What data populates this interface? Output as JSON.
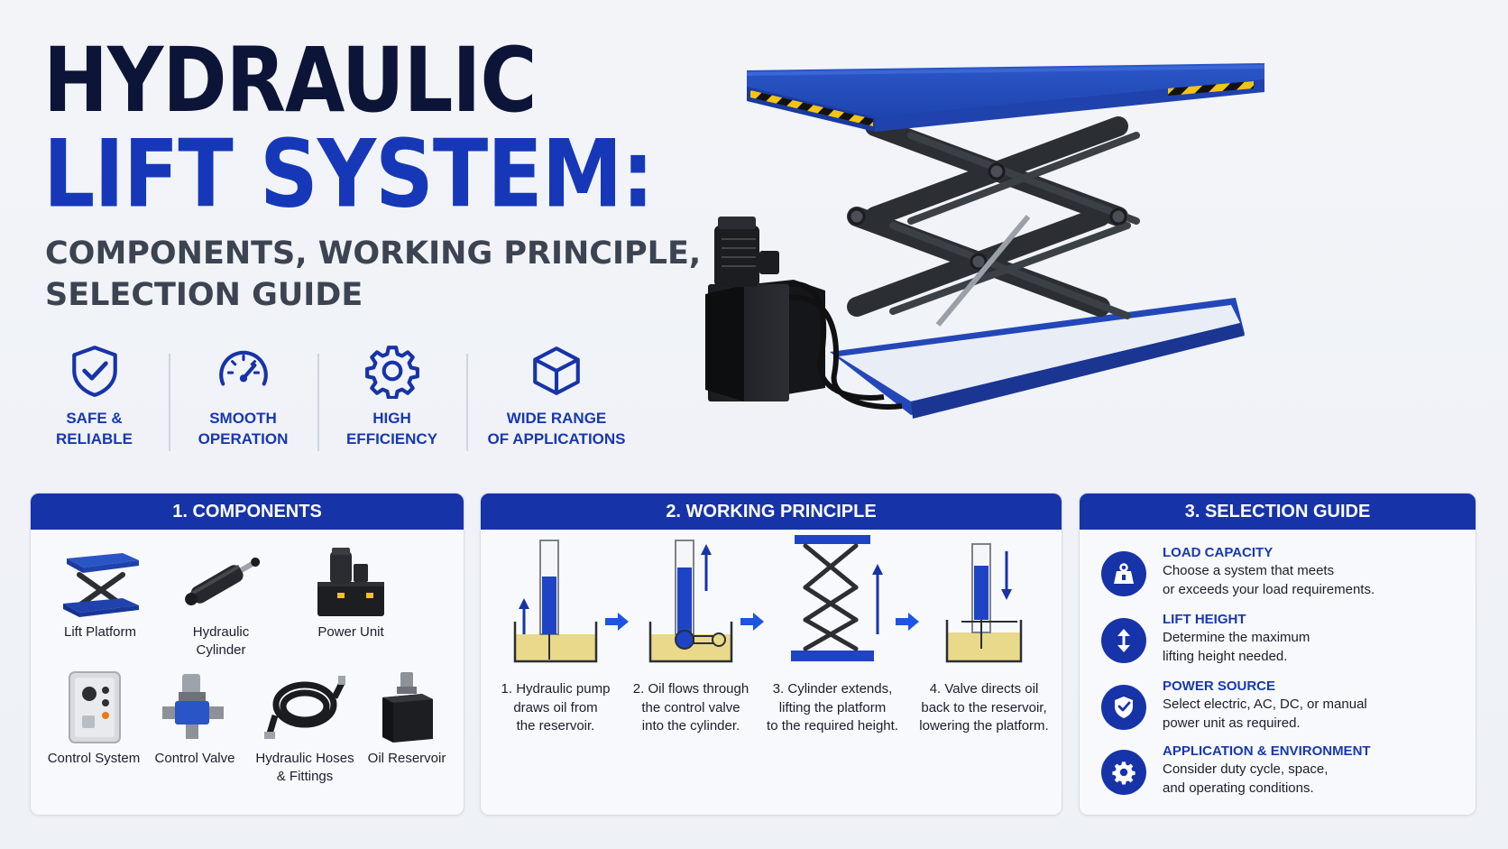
{
  "header": {
    "title_line1": "HYDRAULIC",
    "title_line2": "LIFT SYSTEM:",
    "subtitle_line1": "COMPONENTS, WORKING PRINCIPLE,",
    "subtitle_line2": "SELECTION GUIDE"
  },
  "features": [
    {
      "label": "SAFE &\nRELIABLE",
      "icon": "shield-check-icon"
    },
    {
      "label": "SMOOTH\nOPERATION",
      "icon": "gauge-icon"
    },
    {
      "label": "HIGH\nEFFICIENCY",
      "icon": "gear-icon"
    },
    {
      "label": "WIDE RANGE\nOF APPLICATIONS",
      "icon": "cube-icon"
    }
  ],
  "components": {
    "heading": "1. COMPONENTS",
    "items": [
      {
        "label": "Lift Platform"
      },
      {
        "label": "Hydraulic\nCylinder"
      },
      {
        "label": "Power Unit"
      },
      {
        "label": "Control System"
      },
      {
        "label": "Control Valve"
      },
      {
        "label": "Hydraulic Hoses\n& Fittings"
      },
      {
        "label": "Oil Reservoir"
      }
    ]
  },
  "working": {
    "heading": "2. WORKING PRINCIPLE",
    "steps": [
      {
        "text": "1. Hydraulic pump\ndraws oil from\nthe reservoir."
      },
      {
        "text": "2. Oil flows through\nthe control valve\ninto the cylinder."
      },
      {
        "text": "3. Cylinder extends,\nlifting the platform\nto the required height."
      },
      {
        "text": "4. Valve directs oil\nback to the reservoir,\nlowering the platform."
      }
    ]
  },
  "selection": {
    "heading": "3. SELECTION GUIDE",
    "items": [
      {
        "title": "LOAD CAPACITY",
        "desc": "Choose a system that meets\nor exceeds your load requirements.",
        "icon": "weight-icon"
      },
      {
        "title": "LIFT HEIGHT",
        "desc": "Determine the maximum\nlifting height needed.",
        "icon": "up-down-arrow-icon"
      },
      {
        "title": "POWER SOURCE",
        "desc": "Select electric, AC, DC, or manual\npower unit as required.",
        "icon": "shield-check-icon"
      },
      {
        "title": "APPLICATION & ENVIRONMENT",
        "desc": "Consider duty cycle, space,\nand operating conditions.",
        "icon": "gear-icon"
      }
    ]
  },
  "colors": {
    "brand_blue": "#1733a8",
    "dark_navy": "#0c1538",
    "oil_yellow": "#e9d98a",
    "steel_dark": "#2b2e33"
  }
}
